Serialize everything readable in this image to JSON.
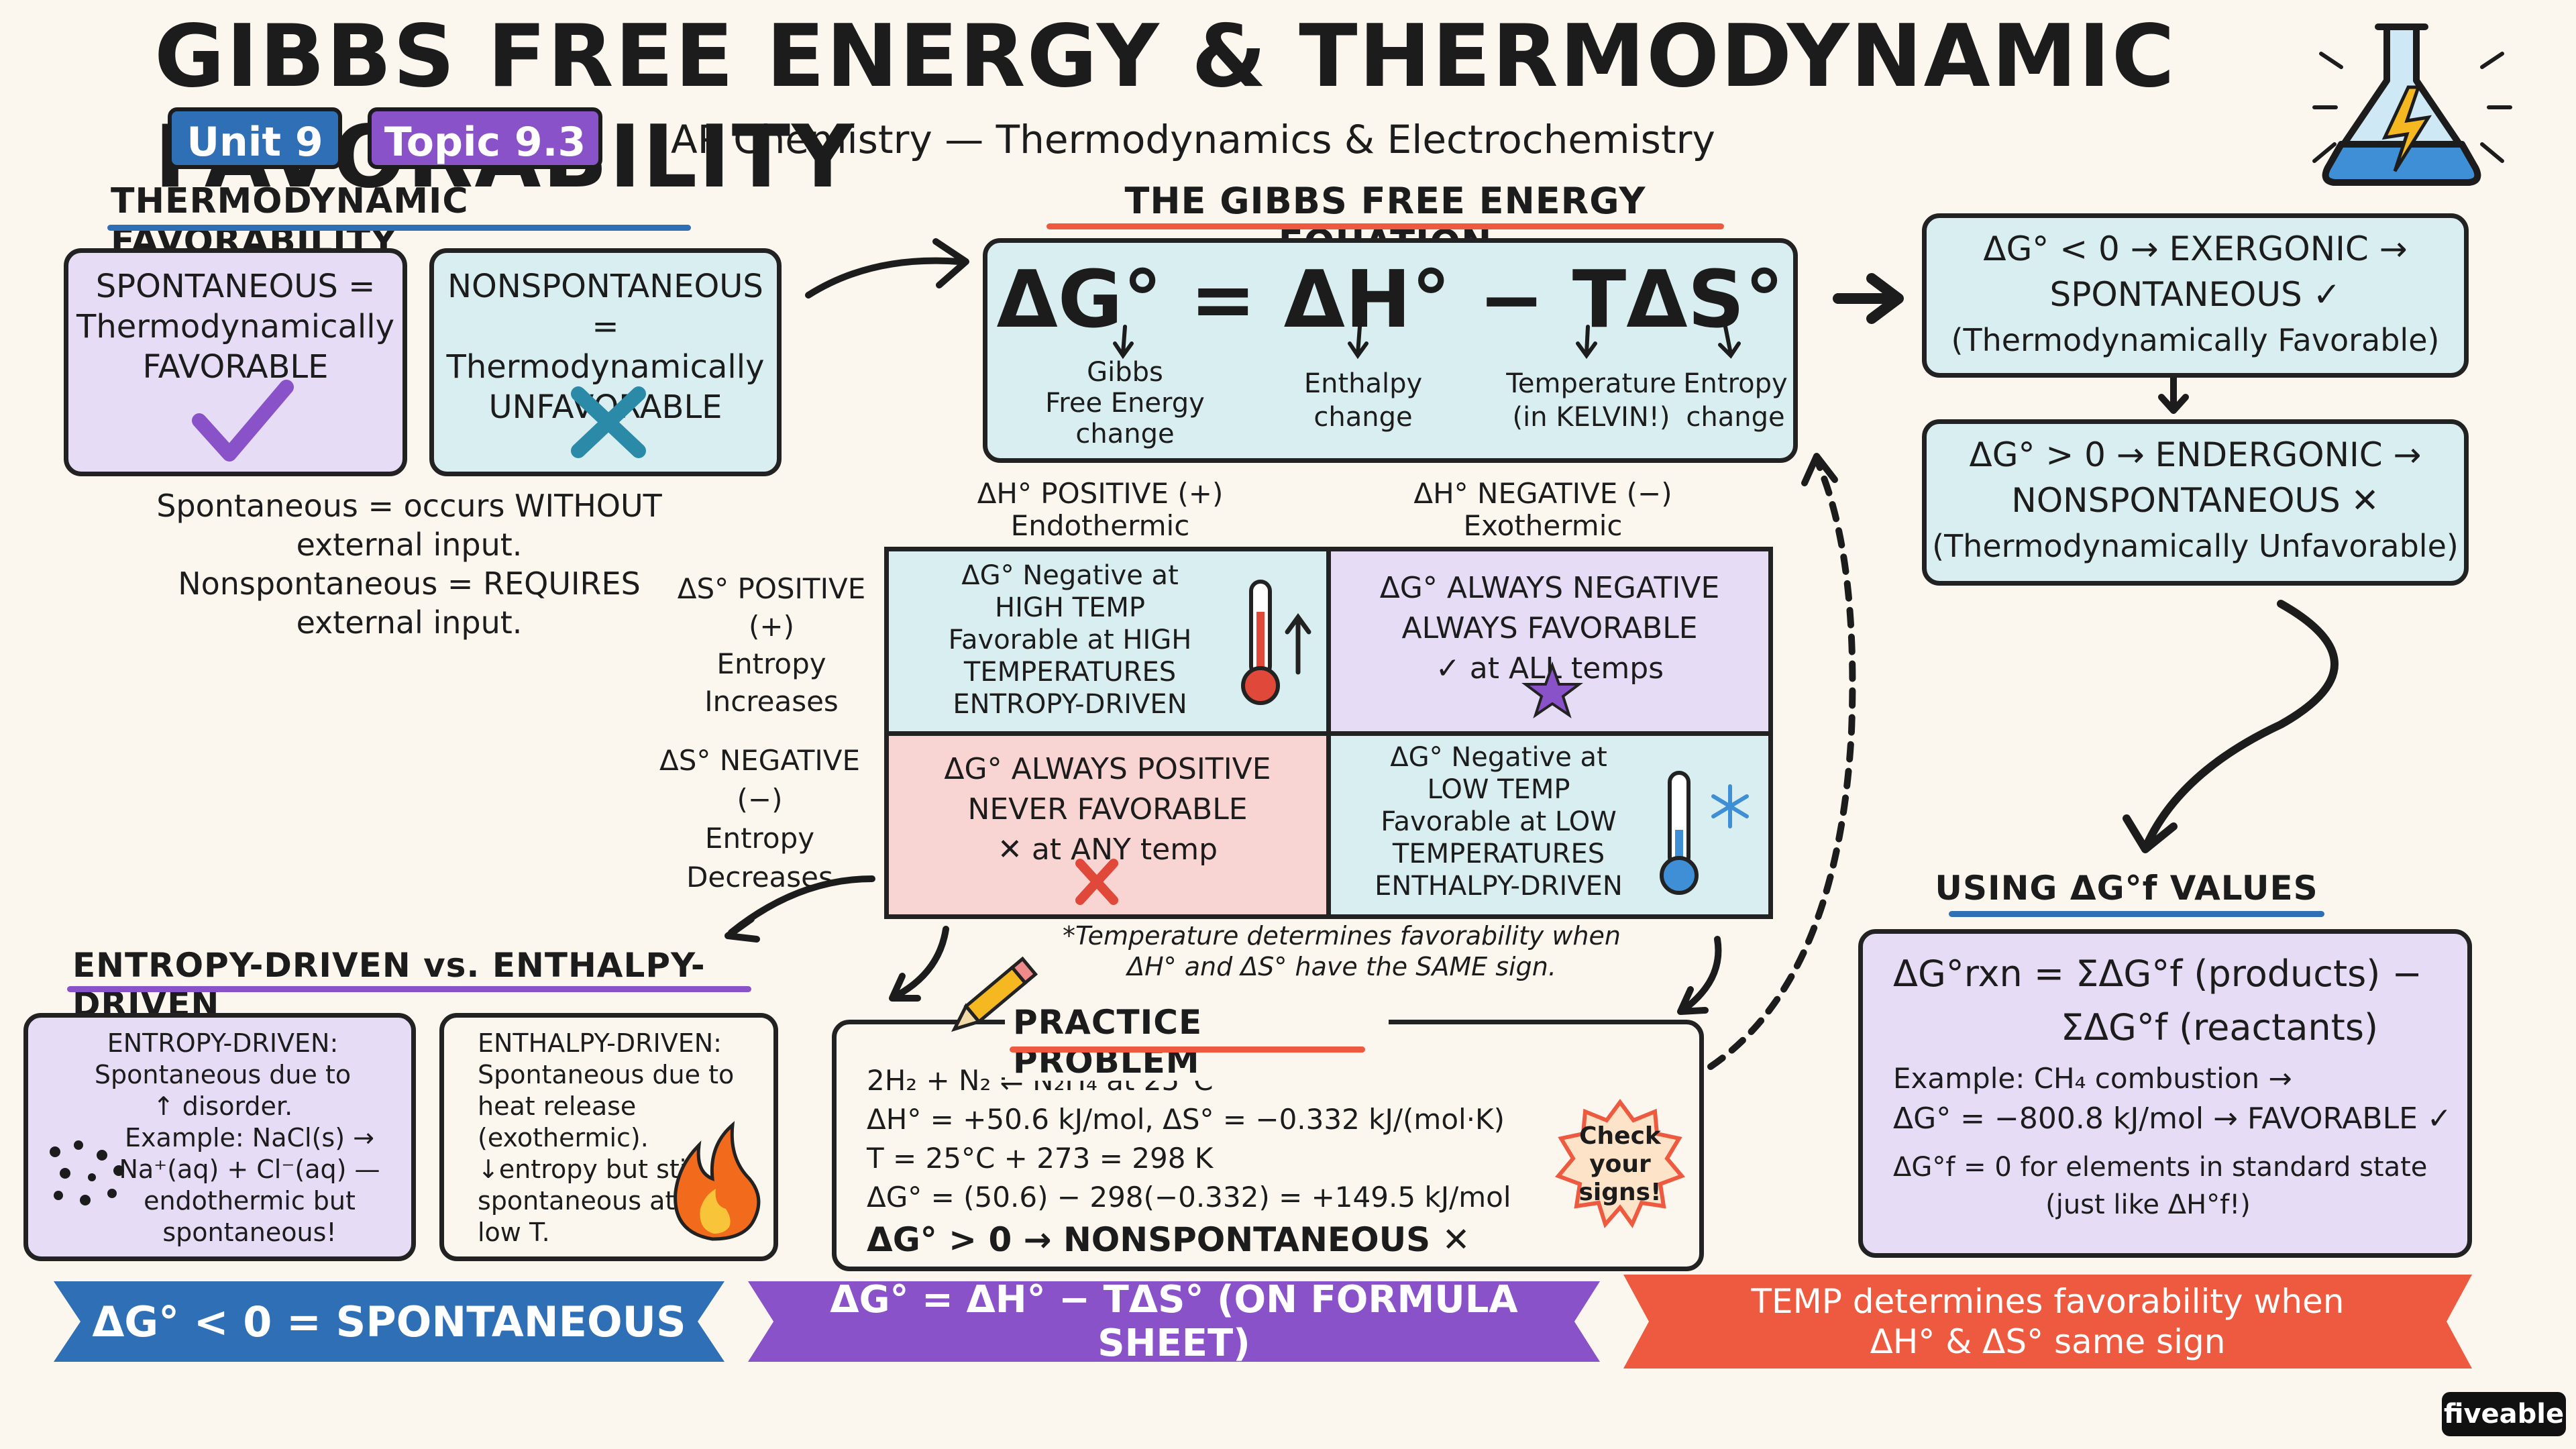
{
  "title": "GIBBS FREE ENERGY & THERMODYNAMIC FAVORABILITY",
  "badges": {
    "unit": "Unit 9",
    "topic": "Topic 9.3"
  },
  "subtitle": "AP Chemistry — Thermodynamics & Electrochemistry",
  "colors": {
    "blue": "#2f6fb5",
    "purple": "#8a52c9",
    "red": "#ee5a3f",
    "lavender": "#e6dcf5",
    "cyan": "#d9eef0",
    "pink": "#f8d5d2"
  },
  "favorability": {
    "heading": "THERMODYNAMIC FAVORABILITY",
    "spontaneous": {
      "l1": "SPONTANEOUS =",
      "l2": "Thermodynamically",
      "l3": "FAVORABLE",
      "icon": "check-icon"
    },
    "nonspontaneous": {
      "l1": "NONSPONTANEOUS =",
      "l2": "Thermodynamically",
      "l3": "UNFAVORABLE",
      "icon": "x-icon"
    },
    "note1a": "Spontaneous = occurs WITHOUT",
    "note1b": "external input.",
    "note2a": "Nonspontaneous = REQUIRES",
    "note2b": "external input."
  },
  "equation": {
    "heading": "THE GIBBS FREE ENERGY EQUATION",
    "formula": "ΔG° = ΔH° − TΔS°",
    "labels": [
      {
        "l1": "Gibbs",
        "l2": "Free Energy",
        "l3": "change"
      },
      {
        "l1": "Enthalpy",
        "l2": "change"
      },
      {
        "l1": "Temperature",
        "l2": "(in KELVIN!)"
      },
      {
        "l1": "Entropy",
        "l2": "change"
      }
    ]
  },
  "outcomes": {
    "exergonic": {
      "l1": "ΔG° < 0 → EXERGONIC →",
      "l2": "SPONTANEOUS ✓",
      "l3": "(Thermodynamically Favorable)"
    },
    "endergonic": {
      "l1": "ΔG° > 0 → ENDERGONIC →",
      "l2": "NONSPONTANEOUS ✕",
      "l3": "(Thermodynamically Unfavorable)"
    }
  },
  "grid": {
    "col1": {
      "l1": "ΔH° POSITIVE (+)",
      "l2": "Endothermic"
    },
    "col2": {
      "l1": "ΔH° NEGATIVE (−)",
      "l2": "Exothermic"
    },
    "row1": {
      "l1": "ΔS° POSITIVE (+)",
      "l2": "Entropy",
      "l3": "Increases"
    },
    "row2": {
      "l1": "ΔS° NEGATIVE (−)",
      "l2": "Entropy",
      "l3": "Decreases"
    },
    "c11": {
      "l1": "ΔG° Negative at",
      "l2": "HIGH TEMP",
      "l3": "Favorable at HIGH",
      "l4": "TEMPERATURES",
      "l5": "ENTROPY-DRIVEN"
    },
    "c12": {
      "l1": "ΔG° ALWAYS NEGATIVE",
      "l2": "ALWAYS FAVORABLE",
      "l3": "✓ at ALL temps"
    },
    "c21": {
      "l1": "ΔG° ALWAYS POSITIVE",
      "l2": "NEVER FAVORABLE",
      "l3": "✕ at ANY temp"
    },
    "c22": {
      "l1": "ΔG° Negative at",
      "l2": "LOW TEMP",
      "l3": "Favorable at LOW",
      "l4": "TEMPERATURES",
      "l5": "ENTHALPY-DRIVEN"
    },
    "footnote1": "*Temperature determines favorability when",
    "footnote2": "ΔH° and ΔS° have the SAME sign."
  },
  "drivers": {
    "heading": "ENTROPY-DRIVEN vs. ENTHALPY-DRIVEN",
    "entropy": {
      "l1": "ENTROPY-DRIVEN:",
      "l2": "Spontaneous due to",
      "l3": "↑ disorder.",
      "l4": "Example: NaCl(s) →",
      "l5": "Na⁺(aq) + Cl⁻(aq) —",
      "l6": "endothermic but",
      "l7": "spontaneous!"
    },
    "enthalpy": {
      "l1": "ENTHALPY-DRIVEN:",
      "l2": "Spontaneous due to",
      "l3": "heat release",
      "l4": "(exothermic).",
      "l5": "↓entropy but still",
      "l6": "spontaneous at",
      "l7": "low T."
    }
  },
  "practice": {
    "heading": "PRACTICE PROBLEM",
    "lines": [
      "2H₂ + N₂ ⇌ N₂H₄ at 25°C",
      "ΔH° = +50.6 kJ/mol, ΔS° = −0.332 kJ/(mol·K)",
      "T = 25°C + 273 = 298 K",
      "ΔG° = (50.6) − 298(−0.332) = +149.5 kJ/mol"
    ],
    "result": "ΔG° > 0 → NONSPONTANEOUS ✕",
    "stamp": {
      "l1": "Check",
      "l2": "your",
      "l3": "signs!"
    }
  },
  "formation": {
    "heading": "USING  ΔG°f VALUES",
    "eq1": "ΔG°rxn = ΣΔG°f (products) −",
    "eq2": "ΣΔG°f (reactants)",
    "ex1": "Example: CH₄ combustion →",
    "ex2": "ΔG° = −800.8 kJ/mol → FAVORABLE ✓",
    "note1": "ΔG°f = 0 for elements in standard state",
    "note2": "(just like ΔH°f!)"
  },
  "banners": {
    "b1": "ΔG° < 0 = SPONTANEOUS",
    "b2": "ΔG° = ΔH° − TΔS° (ON FORMULA SHEET)",
    "b3a": "TEMP determines favorability when",
    "b3b": "ΔH° & ΔS° same sign"
  },
  "brand": "fiveable"
}
